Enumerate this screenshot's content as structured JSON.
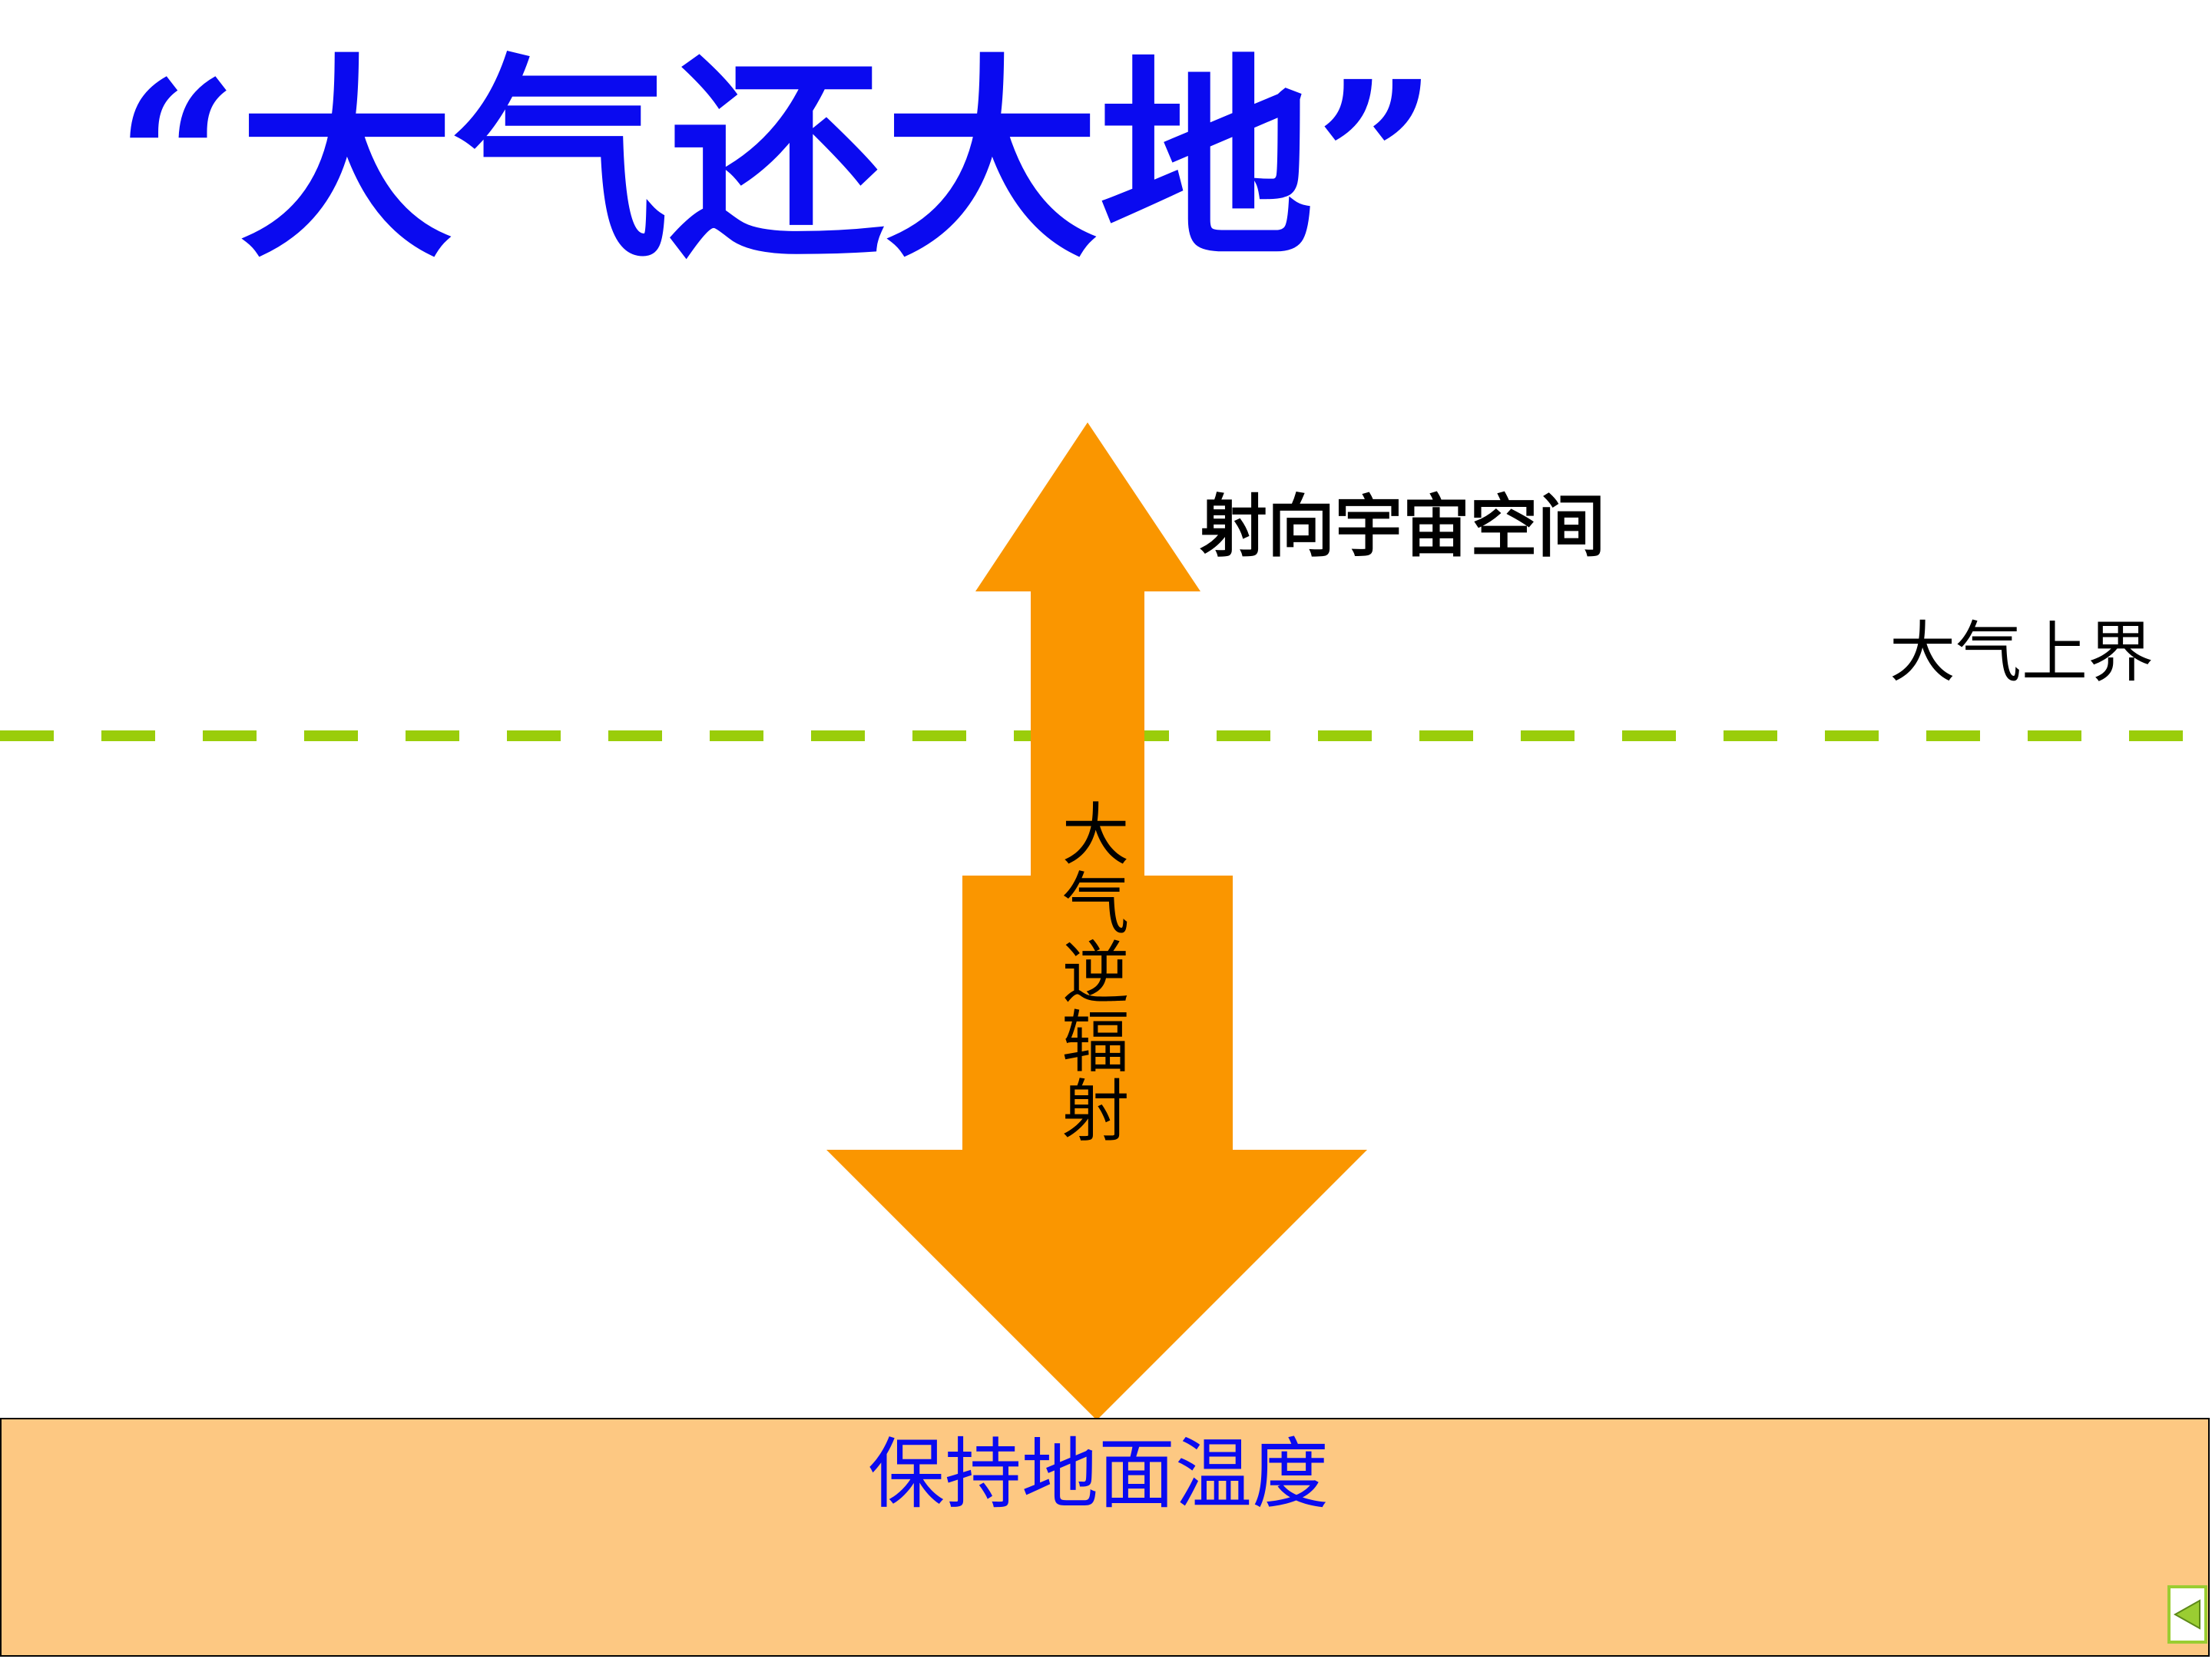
{
  "slide": {
    "title": "“大气还大地”",
    "up_arrow_label": "射向宇宙空间",
    "boundary_label": "大气上界",
    "down_arrow_label": "大气逆辐射",
    "ground_label": "保持地面温度"
  },
  "colors": {
    "title": "#0A0AF0",
    "arrow": "#FA9600",
    "boundary_line": "#9ACD0A",
    "ground_fill": "#FDC882",
    "ground_text": "#0A0AF0",
    "nav_border": "#9ACD32"
  },
  "icons": {
    "back_button": "triangle-left-icon"
  }
}
